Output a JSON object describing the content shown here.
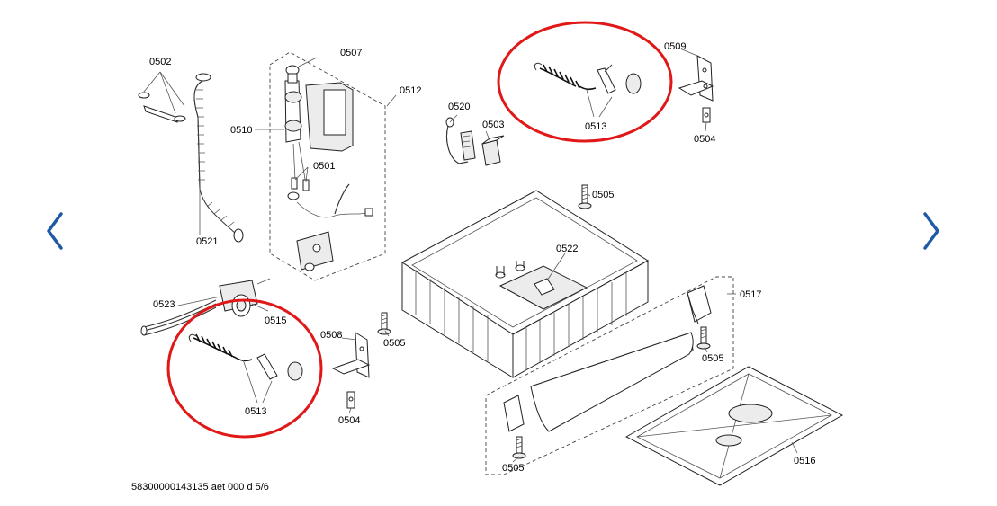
{
  "navigation": {
    "prev_icon": "chevron-left-icon",
    "next_icon": "chevron-right-icon",
    "arrow_color": "#1f5aa6"
  },
  "highlight_color": "#e01818",
  "drawing_id": "58300000143135 aet 000 d 5/6",
  "labels": {
    "p0502": "0502",
    "p0507": "0507",
    "p0512": "0512",
    "p0510": "0510",
    "p0501": "0501",
    "p0521": "0521",
    "p0520": "0520",
    "p0503": "0503",
    "p0513_top": "0513",
    "p0509": "0509",
    "p0504_top": "0504",
    "p0505_top": "0505",
    "p0522": "0522",
    "p0523": "0523",
    "p0515": "0515",
    "p0513_bottom": "0513",
    "p0508": "0508",
    "p0505_mid": "0505",
    "p0504_bottom": "0504",
    "p0517": "0517",
    "p0505_right": "0505",
    "p0505_bottom": "0505",
    "p0516": "0516"
  }
}
